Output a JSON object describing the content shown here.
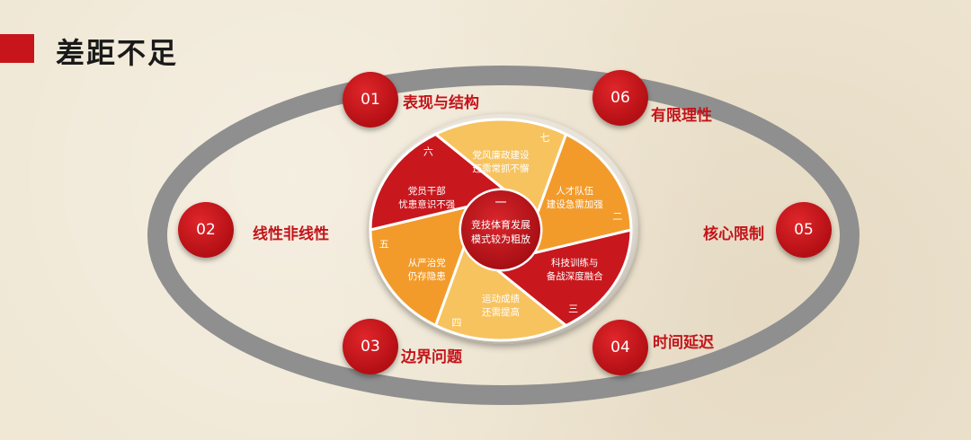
{
  "header": {
    "title": "差距不足"
  },
  "colors": {
    "accent": "#c8151b",
    "ring": "#8a8a8a",
    "orange": "#f29b2b",
    "yellow": "#f7c35f"
  },
  "badges": [
    {
      "num": "01",
      "label": "表现与结构"
    },
    {
      "num": "06",
      "label": "有限理性"
    },
    {
      "num": "02",
      "label": "线性非线性"
    },
    {
      "num": "05",
      "label": "核心限制"
    },
    {
      "num": "03",
      "label": "边界问题"
    },
    {
      "num": "04",
      "label": "时间延迟"
    }
  ],
  "wheel": {
    "center": {
      "numeral": "一",
      "line1": "竞技体育发展",
      "line2": "模式较为粗放"
    },
    "segments": [
      {
        "numeral": "二",
        "line1": "人才队伍",
        "line2": "建设急需加强"
      },
      {
        "numeral": "三",
        "line1": "科技训练与",
        "line2": "备战深度融合"
      },
      {
        "numeral": "四",
        "line1": "运动成绩",
        "line2": "还需提高"
      },
      {
        "numeral": "五",
        "line1": "从严治党",
        "line2": "仍存隐患"
      },
      {
        "numeral": "六",
        "line1": "党员干部",
        "line2": "忧患意识不强"
      },
      {
        "numeral": "七",
        "line1": "党风廉政建设",
        "line2": "还需常抓不懈"
      }
    ]
  }
}
